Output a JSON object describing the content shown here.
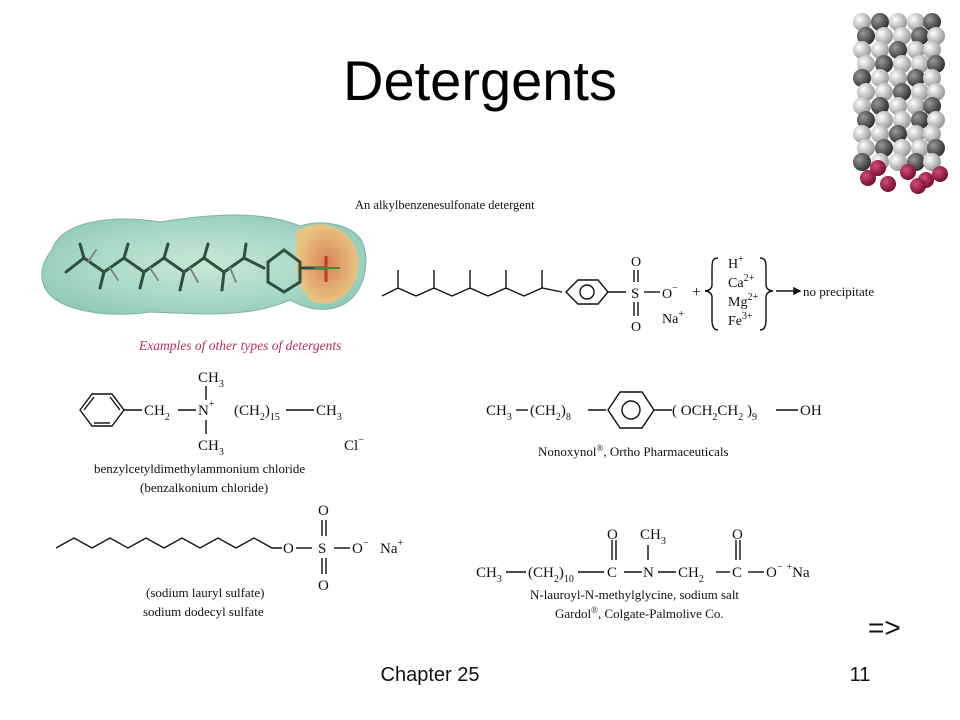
{
  "slide": {
    "title": "Detergents",
    "footer": "Chapter 25",
    "page_number": "11",
    "next_arrow": "=>"
  },
  "alkylbenzene": {
    "caption": "An alkylbenzenesulfonate detergent",
    "sulfonate_S": "S",
    "oxygen_top": "O",
    "oxygen_bottom": "O",
    "oxygen_anion": "O",
    "anion_charge": "−",
    "counterion": "Na",
    "counterion_charge": "+",
    "plus": "+",
    "ions": [
      {
        "symbol": "H",
        "charge": "+"
      },
      {
        "symbol": "Ca",
        "charge": "2+"
      },
      {
        "symbol": "Mg",
        "charge": "2+"
      },
      {
        "symbol": "Fe",
        "charge": "3+"
      }
    ],
    "result": "no precipitate"
  },
  "examples_heading": "Examples of other types of detergents",
  "benzalkonium": {
    "top_group": "CH",
    "top_sub": "3",
    "ch2": "CH",
    "ch2_sub": "2",
    "n": "N",
    "n_charge": "+",
    "chain": "(CH",
    "chain_sub": "2",
    "chain_close": ")",
    "chain_count": "15",
    "end_group": "CH",
    "end_sub": "3",
    "bottom_group": "CH",
    "bottom_sub": "3",
    "anion": "Cl",
    "anion_charge": "−",
    "name1": "benzylcetyldimethylammonium chloride",
    "name2": "(benzalkonium chloride)"
  },
  "nonoxynol": {
    "start": "CH",
    "start_sub": "3",
    "chain": "(CH",
    "chain_sub": "2",
    "chain_close": ")",
    "chain_count": "8",
    "ether": "( OCH",
    "ether_sub1": "2",
    "ether_mid": "CH",
    "ether_sub2": "2",
    "ether_close": " )",
    "ether_count": "9",
    "oh": "OH",
    "name": "Nonoxynol",
    "name_mark": "®",
    "name_rest": ", Ortho Pharmaceuticals"
  },
  "sds": {
    "o_link": "O",
    "s": "S",
    "o_top": "O",
    "o_bottom": "O",
    "o_anion": "O",
    "anion_charge": "−",
    "na": "Na",
    "na_charge": "+",
    "name1": "(sodium lauryl sulfate)",
    "name2": "sodium dodecyl sulfate"
  },
  "gardol": {
    "start": "CH",
    "start_sub": "3",
    "chain": "(CH",
    "chain_sub": "2",
    "chain_close": ")",
    "chain_count": "10",
    "c1": "C",
    "o1": "O",
    "n": "N",
    "methyl": "CH",
    "methyl_sub": "3",
    "ch2": "CH",
    "ch2_sub": "2",
    "c2": "C",
    "o2": "O",
    "o_anion": "O",
    "anion_charge": "−",
    "na_charge": "+",
    "na": "Na",
    "name1": "N-lauroyl-N-methylglycine, sodium salt",
    "name2": "Gardol",
    "name2_mark": "®",
    "name2_rest": ", Colgate-Palmolive Co."
  }
}
